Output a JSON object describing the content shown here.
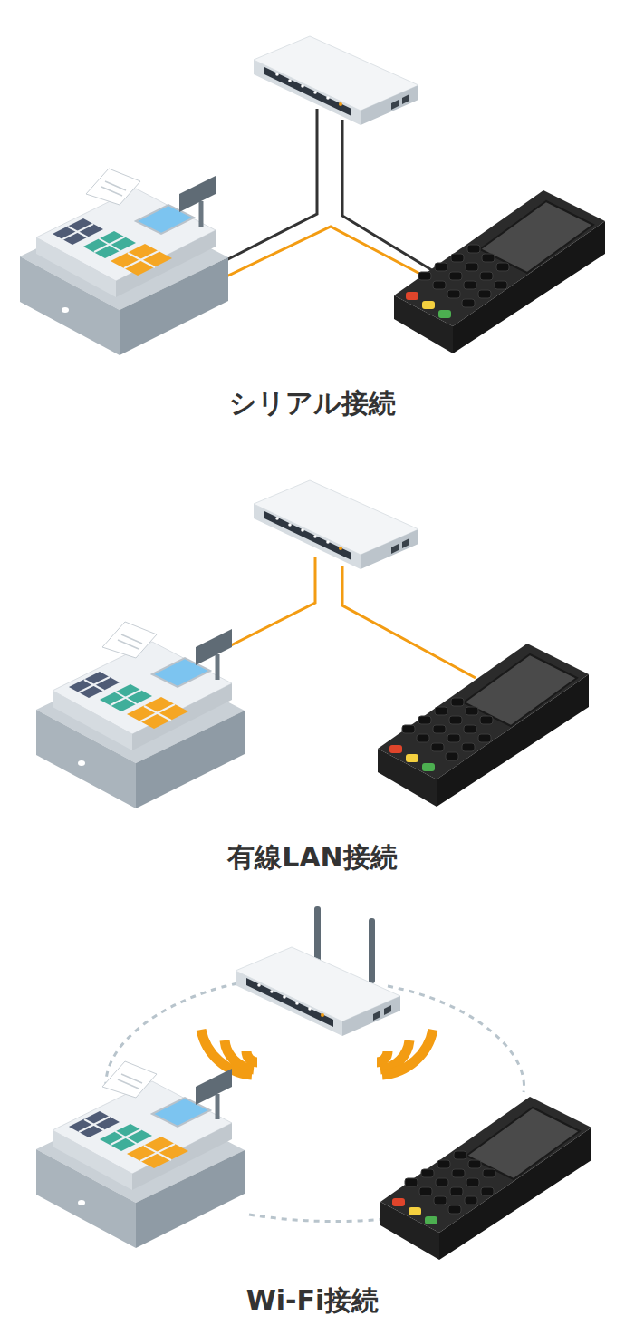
{
  "diagram": {
    "labels": [
      "シリアル接続",
      "有線LAN接続",
      "Wi-Fi接続"
    ]
  }
}
